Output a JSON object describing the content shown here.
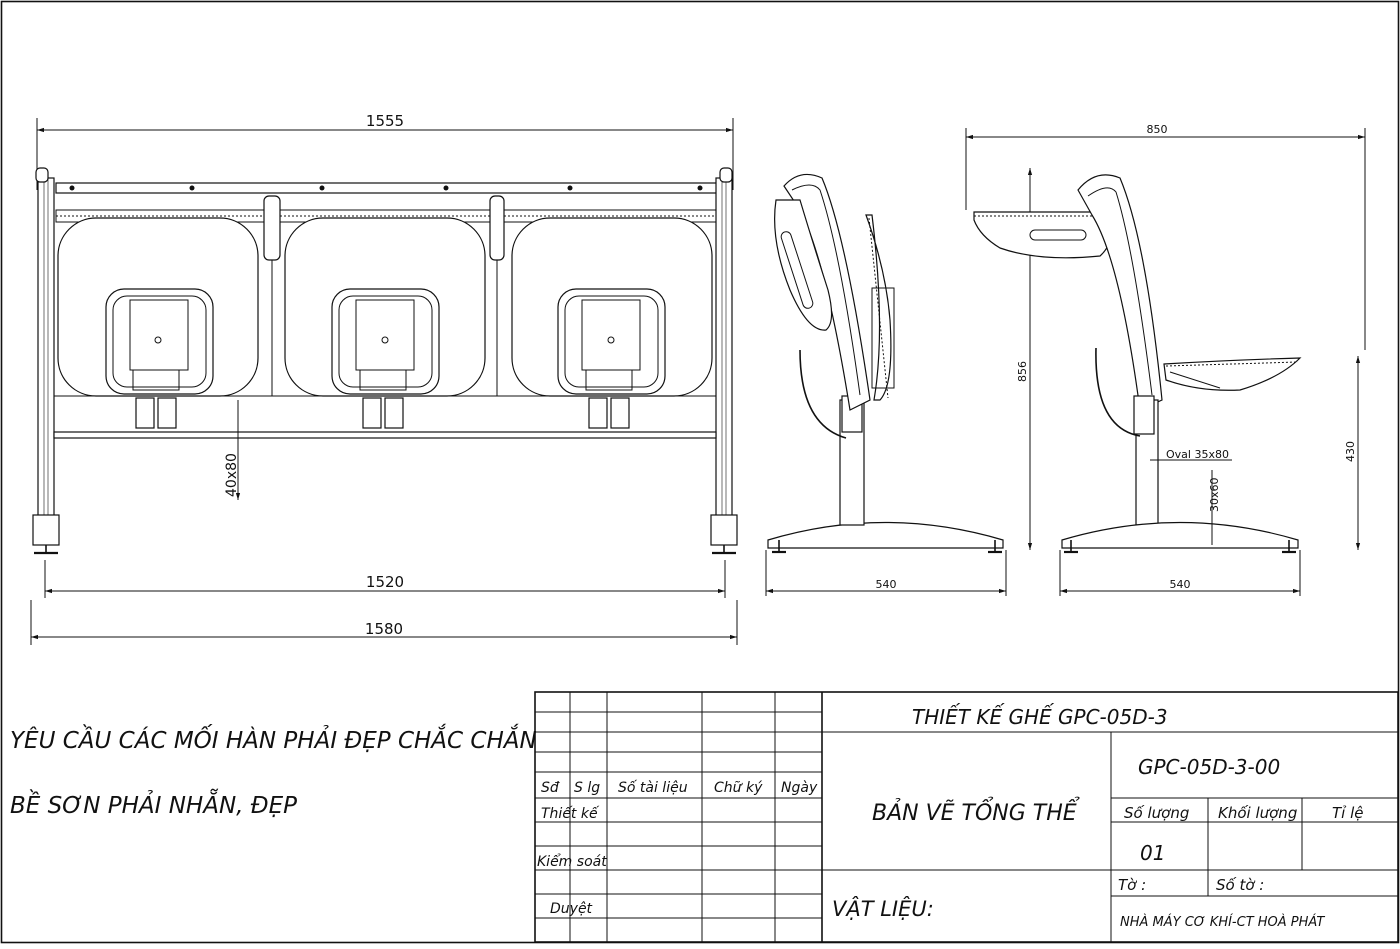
{
  "notes": {
    "line1": "YÊU CẦU CÁC MỐI HÀN PHẢI ĐẸP CHẮC CHẮN",
    "line2": "BỀ SƠN PHẢI NHẴN, ĐẸP"
  },
  "front_view": {
    "dim_overall_top": "1555",
    "dim_feet": "1520",
    "dim_overall": "1580",
    "dim_tube": "40x80"
  },
  "side_view_folded": {
    "dim_base": "540"
  },
  "side_view_open": {
    "dim_depth": "850",
    "dim_height": "856",
    "dim_seat_height": "430",
    "dim_base": "540",
    "label_oval": "Oval 35x80",
    "label_tube": "30x60"
  },
  "title_block": {
    "headers": {
      "sd": "Sđ",
      "slg": "S lg",
      "so_tai_lieu": "Số tài liệu",
      "chu_ky": "Chữ ký",
      "ngay": "Ngày"
    },
    "rows": {
      "thiet_ke": "Thiết kế",
      "kiem_soat": "Kiểm soát",
      "duyet": "Duyệt"
    },
    "title": "THIẾT KẾ GHẾ GPC-05D-3",
    "drawing_name": "BẢN VẼ TỔNG THỂ",
    "code": "GPC-05D-3-00",
    "so_luong_label": "Số lượng",
    "khoi_luong_label": "Khối lượng",
    "ti_le_label": "Tỉ lệ",
    "so_luong_value": "01",
    "to_label": "Tờ :",
    "so_to_label": "Số tờ :",
    "vat_lieu_label": "VẬT LIỆU:",
    "factory": "NHÀ MÁY CƠ KHÍ-CT HOÀ PHÁT"
  }
}
